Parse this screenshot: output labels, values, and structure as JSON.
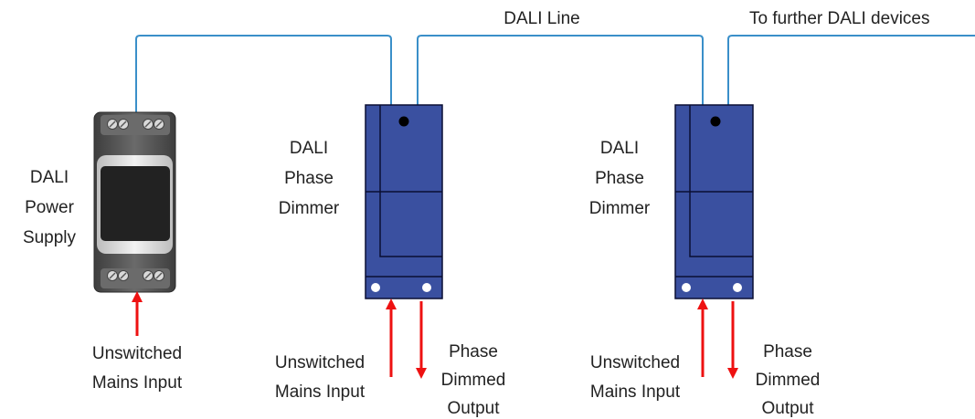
{
  "colors": {
    "wire": "#3a8fc9",
    "arrow": "#ee1111",
    "dimmer_fill": "#3a50a0",
    "dimmer_stroke": "#0a0f33",
    "psu_body": "#4a4a4a",
    "psu_face": "#222222",
    "text": "#222222"
  },
  "labels": {
    "dali_line": "DALI Line",
    "further_devices": "To further DALI devices"
  },
  "power_supply": {
    "label_lines": [
      "DALI",
      "Power",
      "Supply"
    ],
    "input_label_lines": [
      "Unswitched",
      "Mains Input"
    ]
  },
  "dimmers": [
    {
      "label_lines": [
        "DALI",
        "Phase",
        "Dimmer"
      ],
      "input_label_lines": [
        "Unswitched",
        "Mains Input"
      ],
      "output_label_lines": [
        "Phase",
        "Dimmed",
        "Output"
      ]
    },
    {
      "label_lines": [
        "DALI",
        "Phase",
        "Dimmer"
      ],
      "input_label_lines": [
        "Unswitched",
        "Mains Input"
      ],
      "output_label_lines": [
        "Phase",
        "Dimmed",
        "Output"
      ]
    }
  ]
}
